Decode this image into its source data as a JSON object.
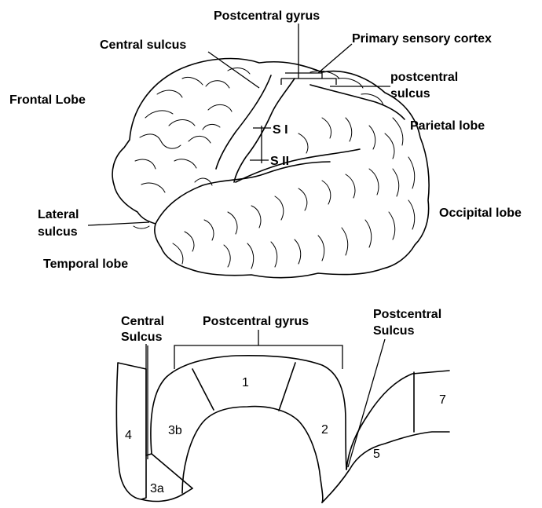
{
  "brain_labels": {
    "postcentral_gyrus": "Postcentral gyrus",
    "central_sulcus": "Central sulcus",
    "primary_sensory_cortex": "Primary sensory cortex",
    "postcentral_sulcus_line1": "postcentral",
    "postcentral_sulcus_line2": "sulcus",
    "frontal_lobe": "Frontal Lobe",
    "parietal_lobe": "Parietal lobe",
    "s1": "S I",
    "s2": "S II",
    "lateral_sulcus_line1": "Lateral",
    "lateral_sulcus_line2": "sulcus",
    "occipital_lobe": "Occipital lobe",
    "temporal_lobe": "Temporal lobe"
  },
  "section_labels": {
    "central_sulcus_line1": "Central",
    "central_sulcus_line2": "Sulcus",
    "postcentral_gyrus": "Postcentral gyrus",
    "postcentral_sulcus_line1": "Postcentral",
    "postcentral_sulcus_line2": "Sulcus"
  },
  "areas": {
    "a1": "1",
    "a2": "2",
    "a3a": "3a",
    "a3b": "3b",
    "a4": "4",
    "a5": "5",
    "a7": "7"
  }
}
